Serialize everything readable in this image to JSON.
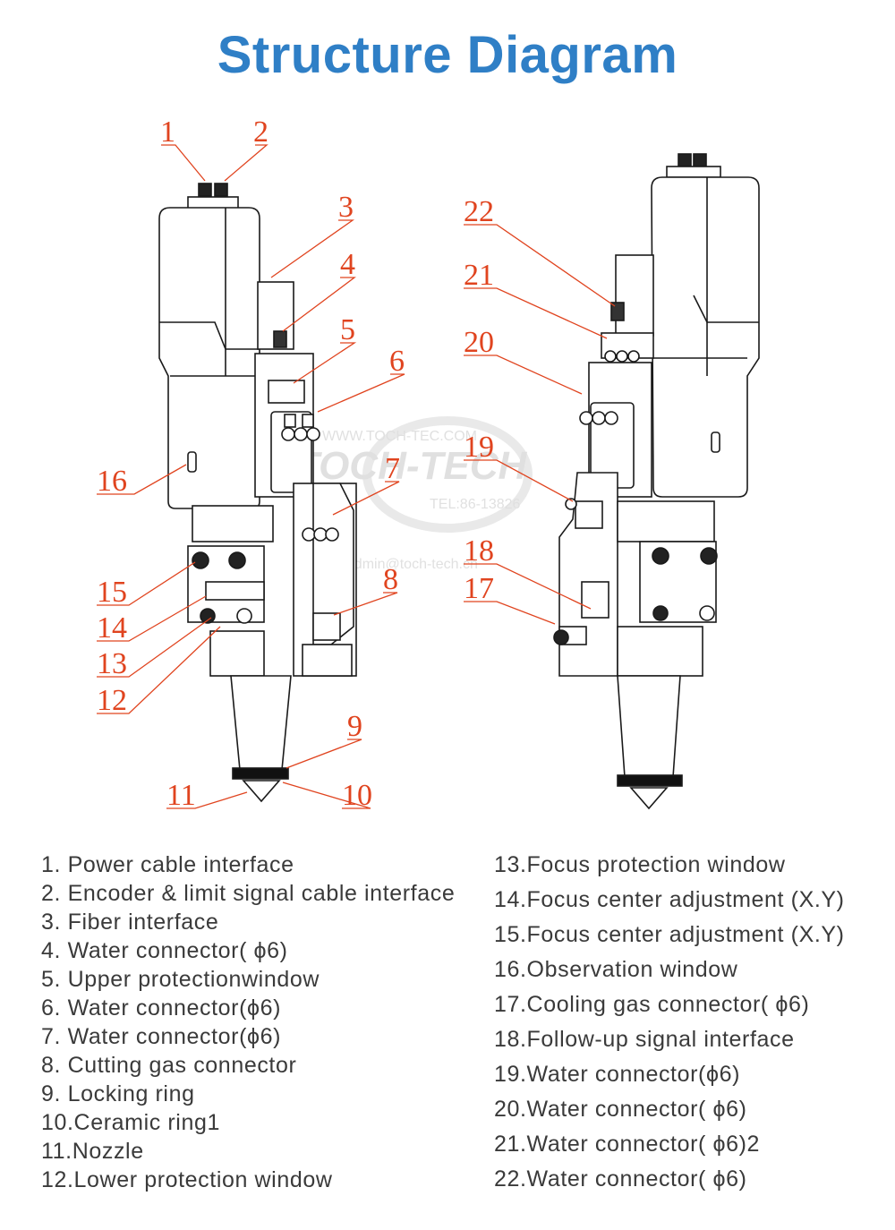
{
  "title": "Structure Diagram",
  "watermark": {
    "url": "WWW.TOCH-TEC.COM",
    "brand": "TOCH-TECH",
    "tel": "TEL:86-13826",
    "email": "Email: admin@toch-tech.cn"
  },
  "callouts": [
    "1",
    "2",
    "3",
    "4",
    "5",
    "6",
    "7",
    "8",
    "9",
    "10",
    "11",
    "12",
    "13",
    "14",
    "15",
    "16",
    "17",
    "18",
    "19",
    "20",
    "21",
    "22"
  ],
  "legend_left": [
    "1.  Power cable interface",
    "2.  Encoder & limit signal cable interface",
    "3.  Fiber interface",
    "4. Water connector( ϕ6)",
    "5. Upper protectionwindow",
    "6.  Water connector(ϕ6)",
    "7.  Water connector(ϕ6)",
    "8.  Cutting gas connector",
    "9.  Locking ring",
    "10.Ceramic ring1",
    "11.Nozzle",
    "12.Lower protection window"
  ],
  "legend_right": [
    "13.Focus protection window",
    "14.Focus center adjustment (X.Y)",
    "15.Focus center adjustment (X.Y)",
    "16.Observation window",
    "17.Cooling gas connector( ϕ6)",
    "18.Follow-up signal interface",
    "19.Water connector(ϕ6)",
    "20.Water connector( ϕ6)",
    "21.Water connector( ϕ6)2",
    "22.Water connector( ϕ6)"
  ],
  "colors": {
    "title": "#2f7fc6",
    "callout": "#e0441f",
    "line_art": "#1a1a1a",
    "legend_text": "#3a3a3a"
  }
}
